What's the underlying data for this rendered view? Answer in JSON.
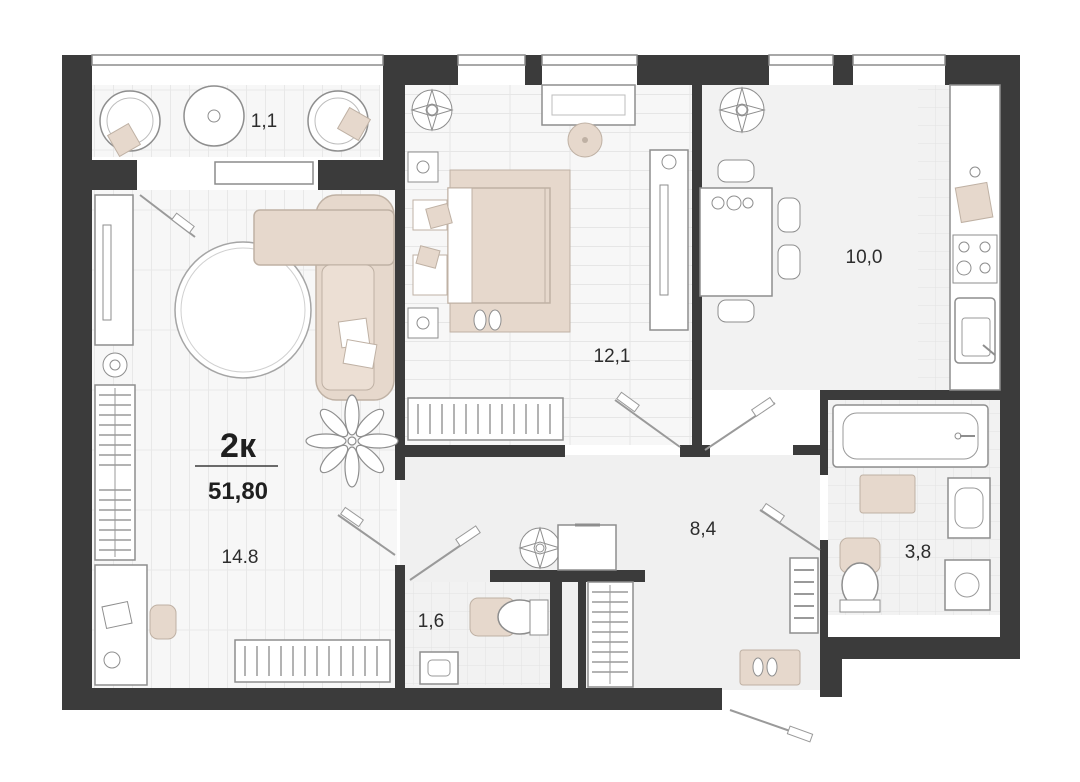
{
  "apartment": {
    "type_label": "2к",
    "total_area": "51,80"
  },
  "rooms": [
    {
      "id": "balcony",
      "area": "1,1"
    },
    {
      "id": "bedroom",
      "area": "12,1"
    },
    {
      "id": "kitchen",
      "area": "10,0"
    },
    {
      "id": "living-room",
      "area": "14.8"
    },
    {
      "id": "hallway",
      "area": "8,4"
    },
    {
      "id": "bathroom",
      "area": "3,8"
    },
    {
      "id": "toilet",
      "area": "1,6"
    }
  ],
  "colors": {
    "wall": "#3b3b3b",
    "floor_tile": "#f1f1f1",
    "floor_plank": "#f7f7f7",
    "furniture_beige": "#e6d8cc",
    "furniture_outline": "#bfb1a4",
    "line": "#9a9a9a"
  }
}
